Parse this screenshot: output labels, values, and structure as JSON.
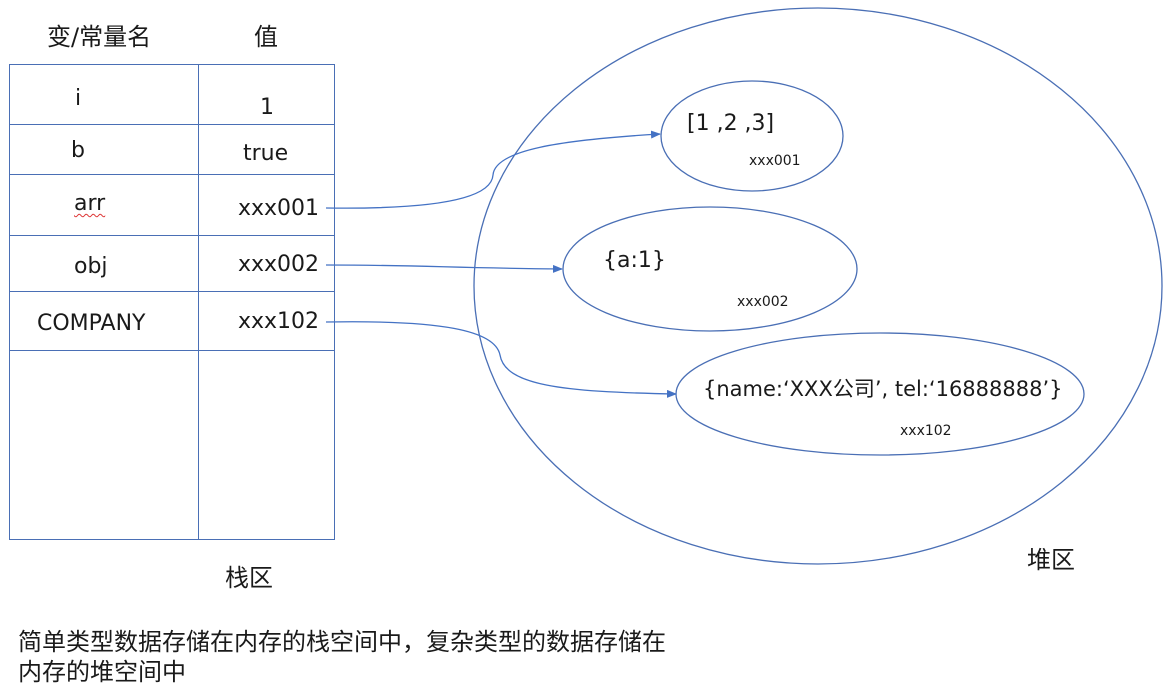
{
  "headers": {
    "name_col": "变/常量名",
    "value_col": "值"
  },
  "stack": {
    "rows": [
      {
        "name": "i",
        "value": "1"
      },
      {
        "name": "b",
        "value": "true"
      },
      {
        "name": "arr",
        "value": "xxx001"
      },
      {
        "name": "obj",
        "value": "xxx002"
      },
      {
        "name": "COMPANY",
        "value": "xxx102"
      }
    ],
    "label": "栈区"
  },
  "heap": {
    "label": "堆区",
    "objects": [
      {
        "value": "[1 ,2 ,3]",
        "address": "xxx001"
      },
      {
        "value": "{a:1}",
        "address": "xxx002"
      },
      {
        "value": "{name:‘XXX公司’, tel:‘16888888’}",
        "address": "xxx102"
      }
    ]
  },
  "note": "简单类型数据存储在内存的栈空间中，复杂类型的数据存储在内存的堆空间中",
  "colors": {
    "line": "#4a6fb5",
    "arrow": "#4472c4",
    "text": "#1a1a1a"
  }
}
